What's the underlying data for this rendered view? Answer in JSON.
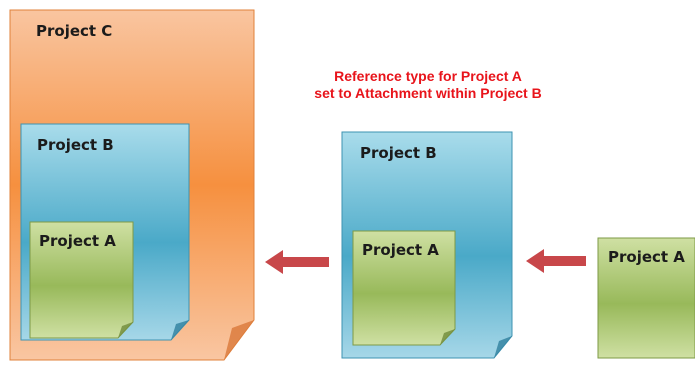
{
  "diagram": {
    "caption_lines": [
      "Reference type for Project A",
      "set to Attachment within Project B"
    ],
    "project_c": {
      "label": "Project C"
    },
    "nested_b": {
      "label": "Project B"
    },
    "nested_a": {
      "label": "Project A"
    },
    "middle_b": {
      "label": "Project B"
    },
    "middle_a": {
      "label": "Project A"
    },
    "right_a": {
      "label": "Project A"
    }
  },
  "colors": {
    "project_c": "#f7a15c",
    "project_b": "#5fb3cf",
    "project_a": "#a9c46a",
    "arrow": "#c8474a",
    "caption": "#e8141b"
  }
}
